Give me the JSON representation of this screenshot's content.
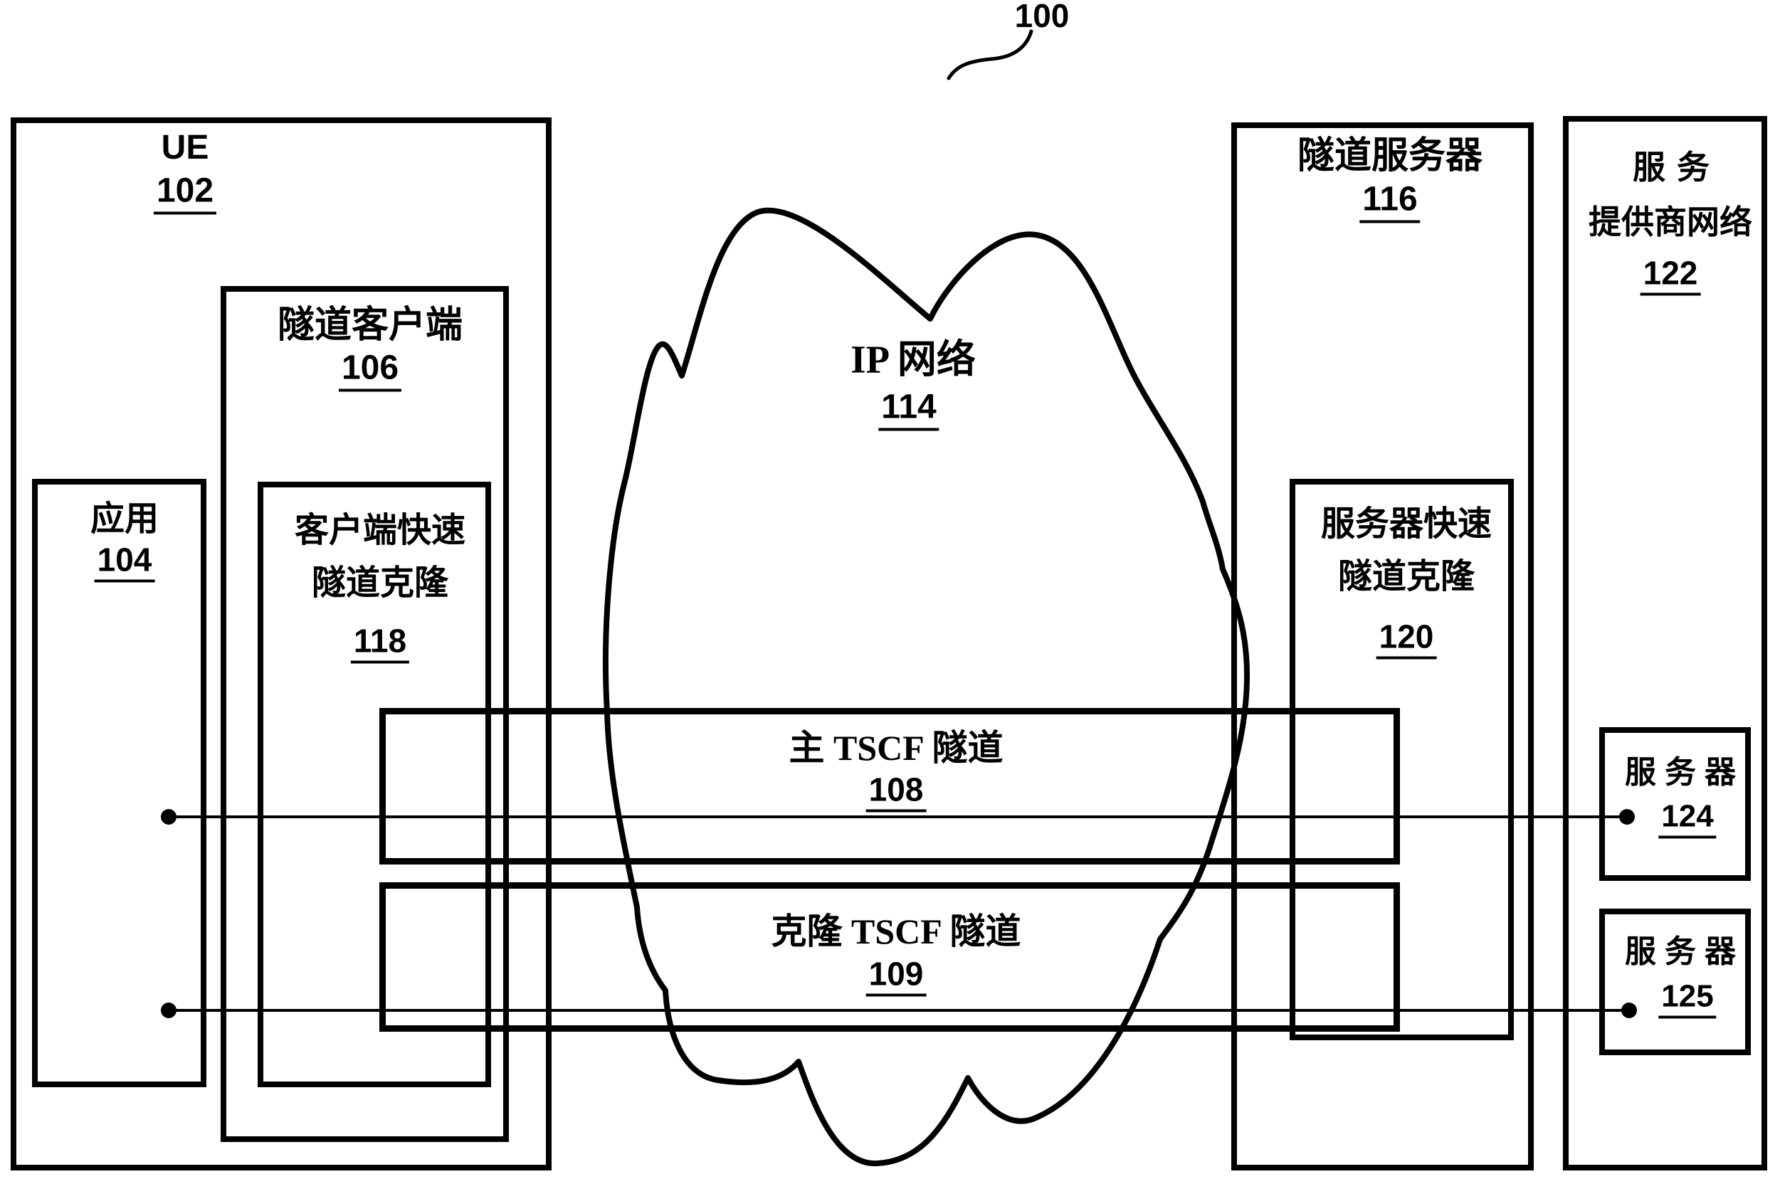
{
  "figure": {
    "number": "100",
    "background_color": "#ffffff",
    "line_color": "#000000"
  },
  "ue": {
    "title": "UE",
    "ref": "102"
  },
  "application": {
    "title": "应用",
    "ref": "104"
  },
  "tunnel_client": {
    "title": "隧道客户端",
    "ref": "106"
  },
  "client_fast_tunnel_clone": {
    "line1": "客户端快速",
    "line2": "隧道克隆",
    "ref": "118"
  },
  "ip_network": {
    "title": "IP 网络",
    "ref": "114"
  },
  "main_tscf_tunnel": {
    "title": "主 TSCF 隧道",
    "ref": "108"
  },
  "clone_tscf_tunnel": {
    "title": "克隆 TSCF 隧道",
    "ref": "109"
  },
  "tunnel_server": {
    "title": "隧道服务器",
    "ref": "116"
  },
  "server_fast_tunnel_clone": {
    "line1": "服务器快速",
    "line2": "隧道克隆",
    "ref": "120"
  },
  "service_provider_network": {
    "line1": "服务",
    "line2": "提供商网络",
    "ref": "122"
  },
  "server_a": {
    "title": "服务器",
    "ref": "124"
  },
  "server_b": {
    "title": "服务器",
    "ref": "125"
  }
}
